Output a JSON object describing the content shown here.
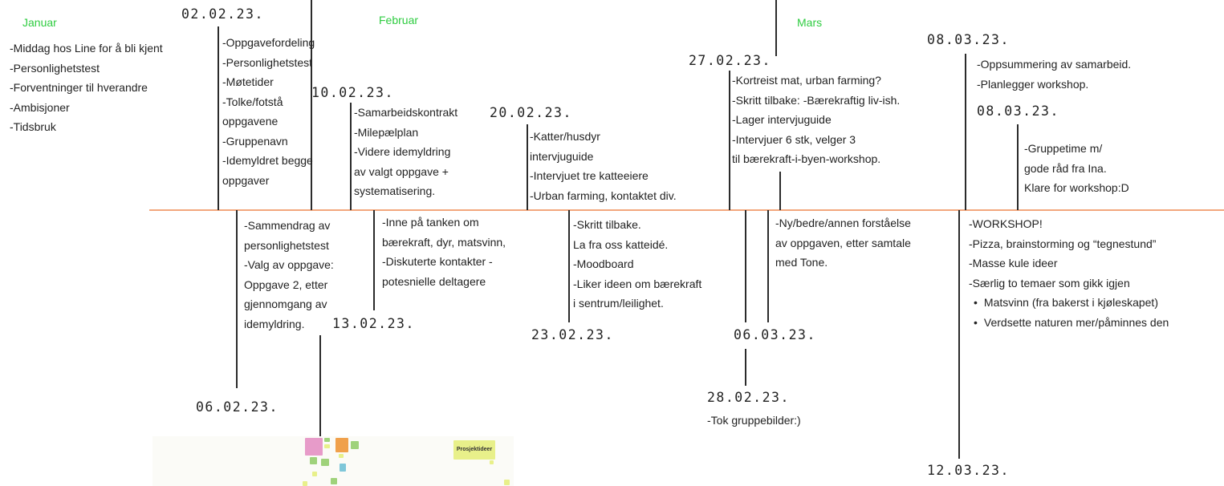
{
  "months": {
    "jan": "Januar",
    "feb": "Februar",
    "mar": "Mars"
  },
  "dates": {
    "d0202": "02.02.23.",
    "d0602": "06.02.23.",
    "d1002": "10.02.23.",
    "d1302": "13.02.23.",
    "d2002": "20.02.23.",
    "d2302": "23.02.23.",
    "d2702": "27.02.23.",
    "d2802": "28.02.23.",
    "d0603": "06.03.23.",
    "d0803a": "08.03.23.",
    "d0803b": "08.03.23.",
    "d1203": "12.03.23."
  },
  "notes": {
    "jan": [
      "-Middag hos Line for å bli kjent",
      "-Personlighetstest",
      "-Forventninger til hverandre",
      "-Ambisjoner",
      "-Tidsbruk"
    ],
    "n0202": [
      "-Oppgavefordeling",
      "-Personlighetstest",
      "-Møtetider",
      "-Tolke/fotstå",
      "oppgavene",
      "-Gruppenavn",
      "-Idemyldret begge",
      "oppgaver"
    ],
    "n0602": [
      "-Sammendrag av",
      "personlighetstest",
      "-Valg av oppgave:",
      "Oppgave 2, etter",
      "gjennomgang av",
      "idemyldring."
    ],
    "n1002": [
      "-Samarbeidskontrakt",
      "-Milepælplan",
      "-Videre idemyldring",
      "av valgt oppgave +",
      "systematisering."
    ],
    "n1302": [
      "-Inne på tanken om",
      "bærekraft, dyr, matsvinn,",
      "-Diskuterte kontakter -",
      "potesnielle deltagere"
    ],
    "n2002": [
      "-Katter/husdyr",
      "intervjuguide",
      "-Intervjuet tre katteeiere",
      "-Urban farming, kontaktet div."
    ],
    "n2302": [
      "-Skritt tilbake.",
      "La fra oss katteidé.",
      "-Moodboard",
      "-Liker ideen om bærekraft",
      "i sentrum/leilighet."
    ],
    "n2702": [
      "-Kortreist mat, urban farming?",
      "-Skritt tilbake: -Bærekraftig liv-ish.",
      "-Lager intervjuguide",
      "-Intervjuer 6 stk, velger 3",
      "til bærekraft-i-byen-workshop."
    ],
    "n2802": [
      "-Tok gruppebilder:)"
    ],
    "n0603": [
      "-Ny/bedre/annen forståelse",
      "av oppgaven, etter samtale",
      "med Tone."
    ],
    "n0803a": [
      "-Oppsummering av samarbeid.",
      "-Planlegger workshop."
    ],
    "n0803b": [
      "-Gruppetime m/",
      "gode råd fra Ina.",
      "Klare for workshop:D"
    ],
    "n1203": [
      "-WORKSHOP!",
      "-Pizza, brainstorming og “tegnestund”",
      "-Masse kule ideer",
      "-Særlig to temaer som gikk igjen"
    ],
    "n1203_bullets": [
      "Matsvinn (fra bakerst i kjøleskapet)",
      "Verdsette naturen mer/påminnes den"
    ]
  },
  "board": {
    "label": "Prosjektideer"
  },
  "colors": {
    "axis": "#f2a77d",
    "month": "#2ecc40",
    "sticky_pink": "#e79bc9",
    "sticky_green": "#9fd27b",
    "sticky_orange": "#f0a04b",
    "sticky_yellow": "#e8f08a"
  }
}
